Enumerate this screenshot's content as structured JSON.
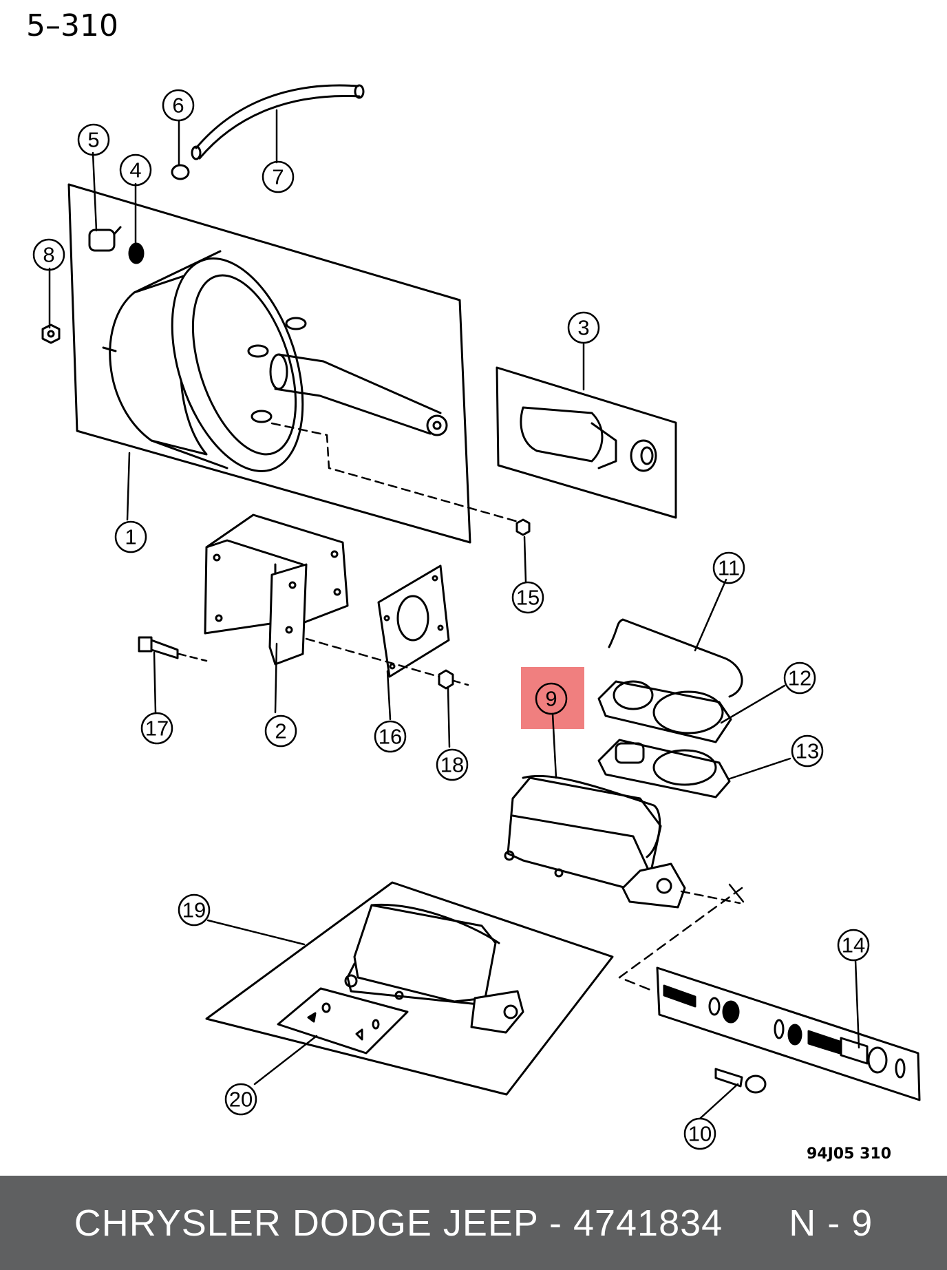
{
  "header": {
    "page_id": "5–310"
  },
  "figure_code": "94J05 310",
  "callouts": {
    "c1": "1",
    "c2": "2",
    "c3": "3",
    "c4": "4",
    "c5": "5",
    "c6": "6",
    "c7": "7",
    "c8": "8",
    "c9": "9",
    "c10": "10",
    "c11": "11",
    "c12": "12",
    "c13": "13",
    "c14": "14",
    "c15": "15",
    "c16": "16",
    "c17": "17",
    "c18": "18",
    "c19": "19",
    "c20": "20"
  },
  "highlight": {
    "callout": "9",
    "color": "#f07f7f"
  },
  "footer": {
    "brand": "CHRYSLER DODGE JEEP",
    "separator": " - ",
    "part_number": "4741834",
    "position_label": "N - 9",
    "background": "#5f6061"
  }
}
